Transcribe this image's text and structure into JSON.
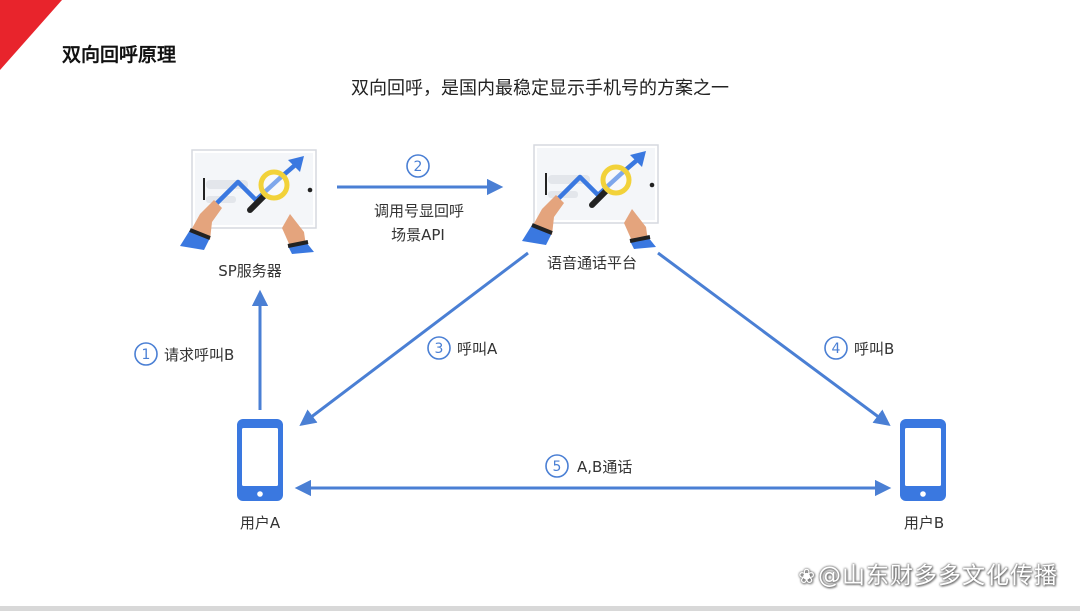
{
  "slide": {
    "title": "双向回呼原理",
    "subtitle": "双向回呼，是国内最稳定显示手机号的方案之一"
  },
  "nodes": {
    "sp_server": "SP服务器",
    "voice_platform": "语音通话平台",
    "user_a": "用户A",
    "user_b": "用户B"
  },
  "steps": [
    {
      "num": "1",
      "label": "请求呼叫B"
    },
    {
      "num": "2",
      "label_line1": "调用号显回呼",
      "label_line2": "场景API"
    },
    {
      "num": "3",
      "label": "呼叫A"
    },
    {
      "num": "4",
      "label": "呼叫B"
    },
    {
      "num": "5",
      "label": "A,B通话"
    }
  ],
  "watermark": "@山东财多多文化传播",
  "colors": {
    "accent_blue": "#4a7fd4",
    "phone_blue": "#3a78e0",
    "corner_red": "#e8242c",
    "magnifier_yellow": "#f2d23a"
  }
}
